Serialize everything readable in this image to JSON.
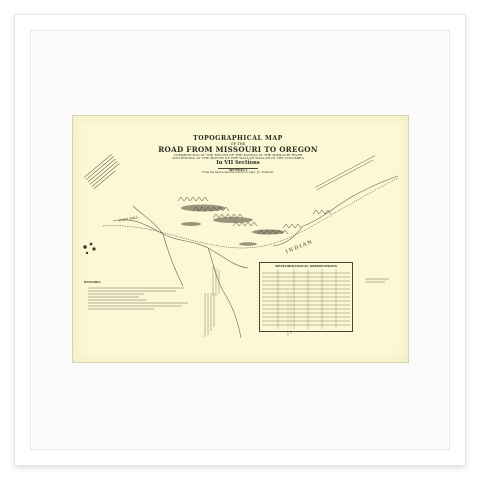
{
  "map": {
    "title_line1": "TOPOGRAPHICAL MAP",
    "title_line2": "OF THE",
    "title_line3": "ROAD FROM MISSOURI TO OREGON",
    "title_line4": "COMMENCING AT THE MOUTH OF THE KANSAS IN THE MISSOURI RIVER",
    "title_line5": "AND ENDING AT THE MOUTH OF THE WALLAH WALLAH IN THE COLUMBIA",
    "sections": "In VII Sections",
    "section_label": "SECTION I",
    "from_line": "From the field notes and journal of Capt. J.C. Frémont,",
    "labels": {
      "indian": "INDIAN",
      "fort_hall": "FORT HALL"
    },
    "table_title": "METEOROLOGICAL OBSERVATIONS",
    "legend_title": "REMARKS"
  }
}
